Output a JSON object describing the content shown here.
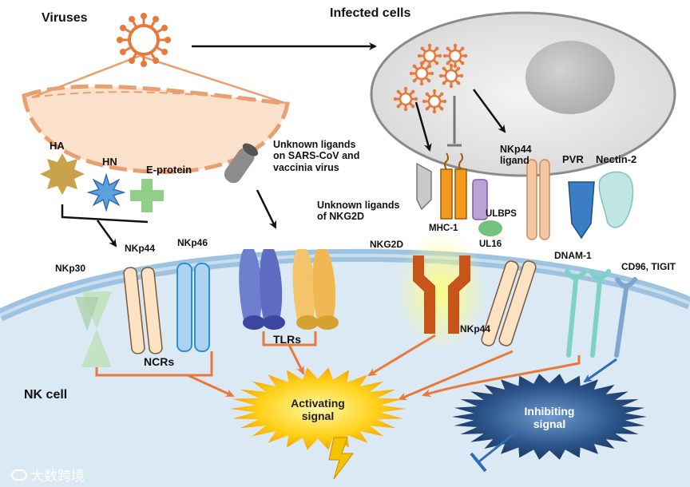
{
  "labels": {
    "viruses": "Viruses",
    "infected_cells": "Infected cells",
    "nk_cell": "NK cell",
    "ha": "HA",
    "hn": "HN",
    "e_protein": "E-protein",
    "unknown_ligands_sars": "Unknown ligands\non SARS-CoV and\nvaccinia virus",
    "unknown_ligands_nkg2d": "Unknown ligands\nof NKG2D",
    "mhc1": "MHC-1",
    "ulbps": "ULBPS",
    "ul16": "UL16",
    "nkp44_ligand": "NKp44\nligand",
    "pvr": "PVR",
    "nectin2": "Nectin-2",
    "nkp30": "NKp30",
    "nkp44_left": "NKp44",
    "nkp46": "NKp46",
    "nkg2d": "NKG2D",
    "nkp44_right": "NKp44",
    "dnam1": "DNAM-1",
    "cd96_tigit": "CD96, TIGIT",
    "ncrs": "NCRs",
    "tlrs": "TLRs",
    "activating": "Activating\nsignal",
    "inhibiting": "Inhibiting\nsignal"
  },
  "watermark": "大数跨境",
  "colors": {
    "virus": "#e8793a",
    "arrow_orange": "#e8793a",
    "membrane": "#9ec3e0",
    "cytoplasm": "#dbe9f5",
    "infected_cell": "#e7e7e7",
    "nucleus": "#c4c4c4",
    "envelope": "#fbe0cc",
    "activating_burst": "#f7b800",
    "inhibiting_burst": "#1f3a64",
    "ha": "#c9a24a",
    "hn": "#5ea0dc",
    "e_protein": "#8fcf8a",
    "nkg2d": "#c8541a",
    "dnam1": "#7fd1c4"
  }
}
